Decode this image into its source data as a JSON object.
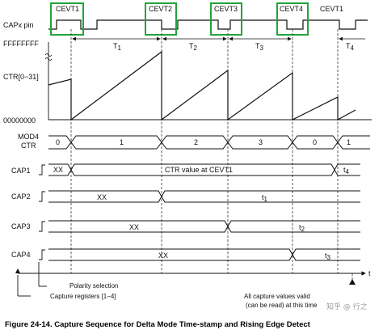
{
  "signals": {
    "capx_pin": "CAPx pin",
    "top_value": "FFFFFFFF",
    "ctr": "CTR[0−31]",
    "bottom_value": "00000000",
    "mod4_line1": "MOD4",
    "mod4_line2": "CTR",
    "cap1": "CAP1",
    "cap2": "CAP2",
    "cap3": "CAP3",
    "cap4": "CAP4"
  },
  "events": [
    "CEVT1",
    "CEVT2",
    "CEVT3",
    "CEVT4",
    "CEVT1"
  ],
  "periods": {
    "t1": "T",
    "t1_sub": "1",
    "t2": "T",
    "t2_sub": "2",
    "t3": "T",
    "t3_sub": "3",
    "t4": "T",
    "t4_sub": "4"
  },
  "mod4_values": [
    "0",
    "1",
    "2",
    "3",
    "0",
    "1"
  ],
  "cap1": {
    "pre": "XX",
    "mid": "CTR value at CEVT1",
    "end": "t",
    "end_sub": "4"
  },
  "cap2": {
    "pre": "XX",
    "val": "t",
    "val_sub": "1"
  },
  "cap3": {
    "pre": "XX",
    "val": "t",
    "val_sub": "2"
  },
  "cap4": {
    "pre": "XX",
    "val": "t",
    "val_sub": "3"
  },
  "axis_label": "t",
  "annotations": {
    "polarity": "Polarity selection",
    "capture_regs": "Capture registers [1−4]",
    "valid_line1": "All capture values valid",
    "valid_line2": "(can be read) at this time"
  },
  "caption": "Figure 24-14. Capture Sequence for Delta Mode Time-stamp and Rising Edge Detect",
  "watermark": "知乎 @ 行之",
  "colors": {
    "highlight": "#22a33a",
    "line": "#111111",
    "dash": "#333333"
  }
}
